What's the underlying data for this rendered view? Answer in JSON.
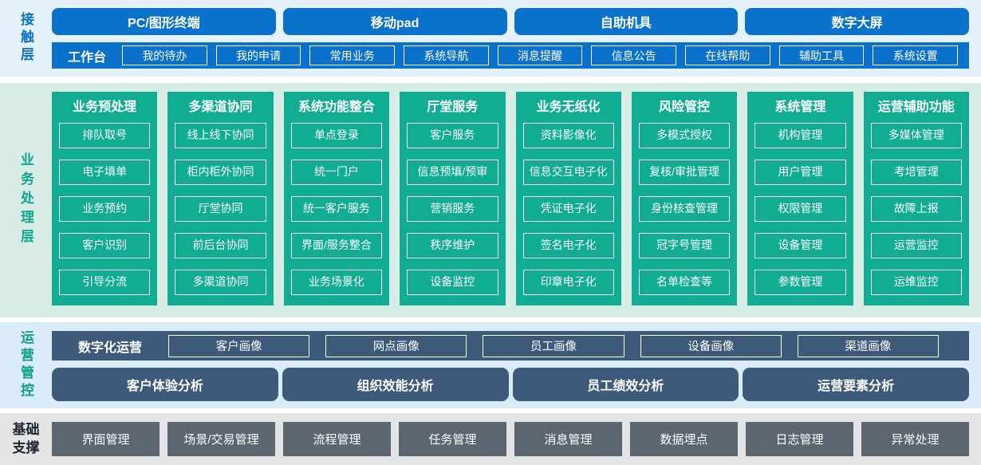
{
  "colors": {
    "contact_blue": "#0a72cb",
    "contact_band_bg": "#e4f2fb",
    "business_teal": "#10ad93",
    "business_band_bg": "#d9ede7",
    "ops_slate_blue": "#3d5a7b",
    "ops_band_bg": "#d9ecf7",
    "foundation_gray": "#5b6671",
    "foundation_band_bg": "#e3e4e6",
    "box_text": "#ffffff"
  },
  "contact_layer": {
    "label": "接触层",
    "terminals": [
      "PC/图形终端",
      "移动pad",
      "自助机具",
      "数字大屏"
    ],
    "workbench": {
      "label": "工作台",
      "items": [
        "我的待办",
        "我的申请",
        "常用业务",
        "系统导航",
        "消息提醒",
        "信息公告",
        "在线帮助",
        "辅助工具",
        "系统设置"
      ]
    }
  },
  "business_layer": {
    "label": "业务处理层",
    "columns": [
      {
        "title": "业务预处理",
        "items": [
          "排队取号",
          "电子填单",
          "业务预约",
          "客户识别",
          "引导分流"
        ]
      },
      {
        "title": "多渠道协同",
        "items": [
          "线上线下协同",
          "柜内柜外协同",
          "厅堂协同",
          "前后台协同",
          "多渠道协同"
        ]
      },
      {
        "title": "系统功能整合",
        "items": [
          "单点登录",
          "统一门户",
          "统一客户服务",
          "界面/服务整合",
          "业务场景化"
        ]
      },
      {
        "title": "厅堂服务",
        "items": [
          "客户服务",
          "信息预填/预审",
          "营销服务",
          "秩序维护",
          "设备监控"
        ]
      },
      {
        "title": "业务无纸化",
        "items": [
          "资料影像化",
          "信息交互电子化",
          "凭证电子化",
          "签名电子化",
          "印章电子化"
        ]
      },
      {
        "title": "风险管控",
        "items": [
          "多模式授权",
          "复核/审批管理",
          "身份核查管理",
          "冠字号管理",
          "名单检查等"
        ]
      },
      {
        "title": "系统管理",
        "items": [
          "机构管理",
          "用户管理",
          "权限管理",
          "设备管理",
          "参数管理"
        ]
      },
      {
        "title": "运营辅助功能",
        "items": [
          "多媒体管理",
          "考培管理",
          "故障上报",
          "运营监控",
          "运维监控"
        ]
      }
    ]
  },
  "operations_layer": {
    "label": "运营管控",
    "digital_ops": {
      "label": "数字化运营",
      "items": [
        "客户画像",
        "网点画像",
        "员工画像",
        "设备画像",
        "渠道画像"
      ]
    },
    "analysis_items": [
      "客户体验分析",
      "组织效能分析",
      "员工绩效分析",
      "运营要素分析"
    ]
  },
  "foundation_layer": {
    "label": "基础支撑",
    "items": [
      "界面管理",
      "场景/交易管理",
      "流程管理",
      "任务管理",
      "消息管理",
      "数据埋点",
      "日志管理",
      "异常处理"
    ]
  }
}
